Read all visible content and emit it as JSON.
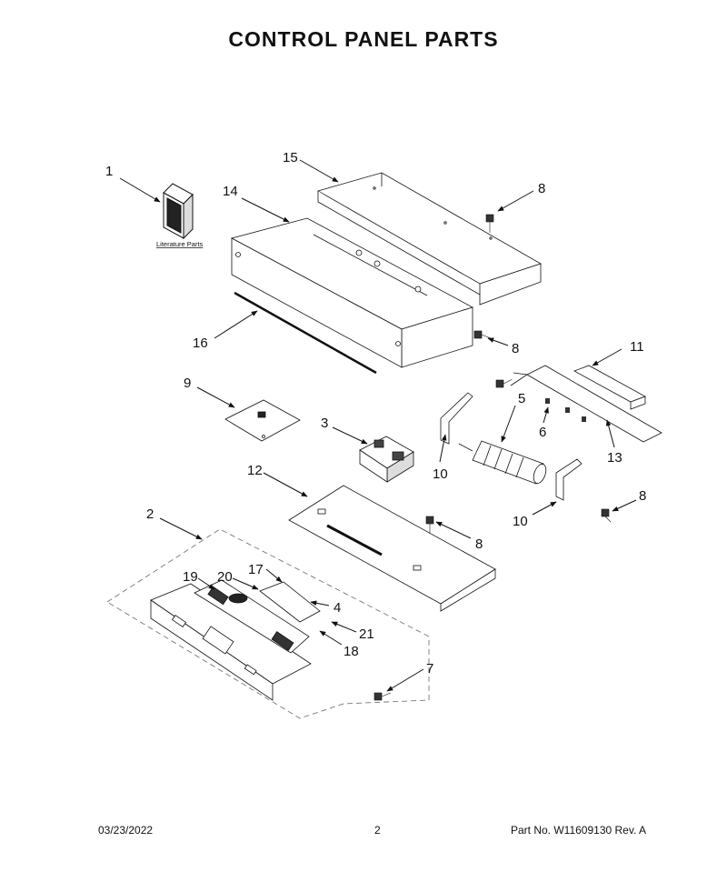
{
  "page": {
    "title": "CONTROL PANEL PARTS",
    "literature_label": "Literature Parts",
    "footer": {
      "date": "03/23/2022",
      "page_number": "2",
      "part_info": "Part No.  W11609130  Rev.  A"
    }
  },
  "callouts": [
    {
      "id": "c1",
      "label": "1"
    },
    {
      "id": "c15",
      "label": "15"
    },
    {
      "id": "c8a",
      "label": "8"
    },
    {
      "id": "c14",
      "label": "14"
    },
    {
      "id": "c16",
      "label": "16"
    },
    {
      "id": "c8b",
      "label": "8"
    },
    {
      "id": "c11",
      "label": "11"
    },
    {
      "id": "c9",
      "label": "9"
    },
    {
      "id": "c5",
      "label": "5"
    },
    {
      "id": "c3",
      "label": "3"
    },
    {
      "id": "c6",
      "label": "6"
    },
    {
      "id": "c10a",
      "label": "10"
    },
    {
      "id": "c13",
      "label": "13"
    },
    {
      "id": "c12",
      "label": "12"
    },
    {
      "id": "c8c",
      "label": "8"
    },
    {
      "id": "c10b",
      "label": "10"
    },
    {
      "id": "c2",
      "label": "2"
    },
    {
      "id": "c8d",
      "label": "8"
    },
    {
      "id": "c17",
      "label": "17"
    },
    {
      "id": "c19",
      "label": "19"
    },
    {
      "id": "c20",
      "label": "20"
    },
    {
      "id": "c4",
      "label": "4"
    },
    {
      "id": "c21",
      "label": "21"
    },
    {
      "id": "c18",
      "label": "18"
    },
    {
      "id": "c7",
      "label": "7"
    }
  ]
}
